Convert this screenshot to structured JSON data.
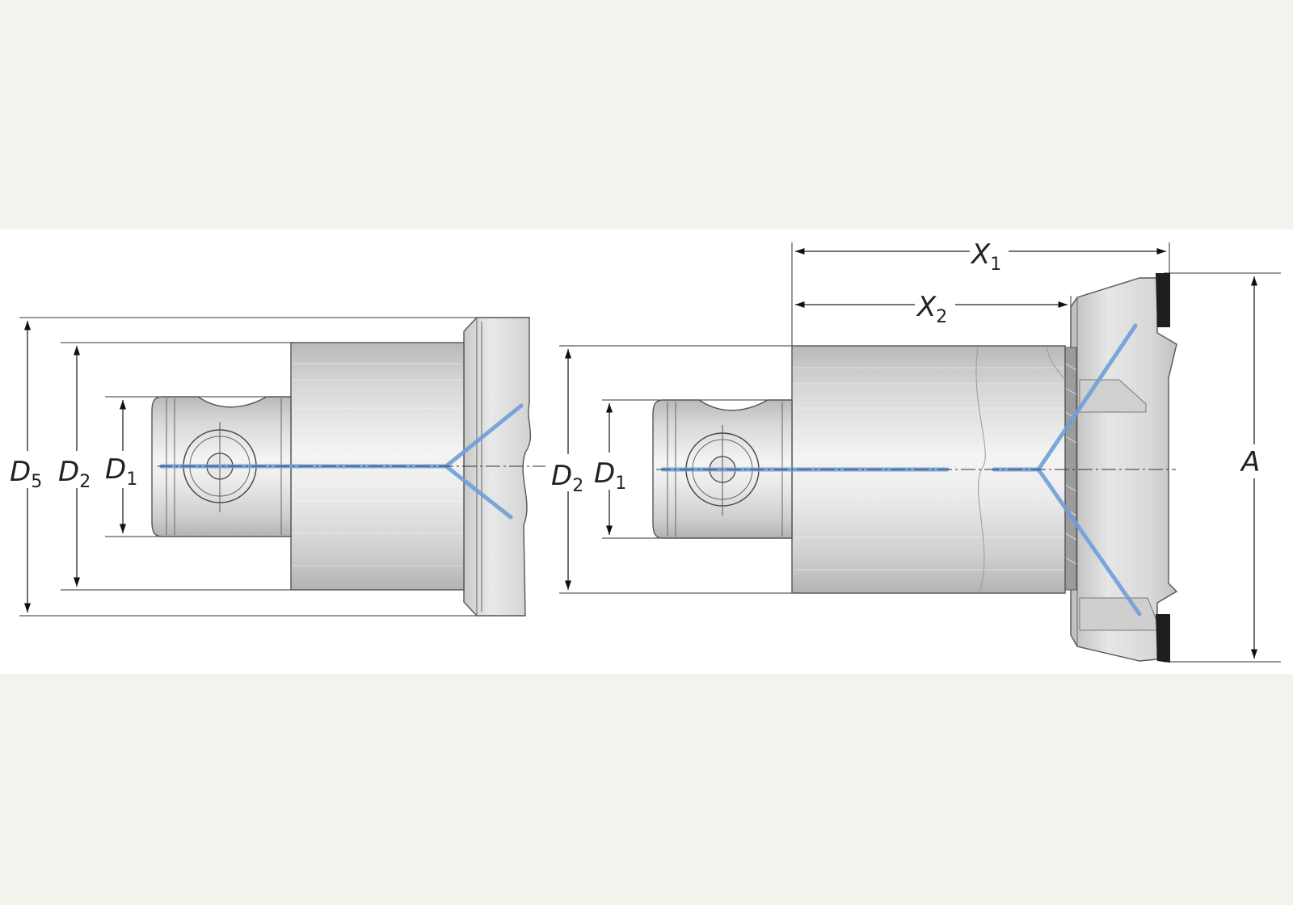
{
  "colors": {
    "page_background": "#f3f2ec",
    "panel_background": "#ffffff",
    "coolant_channel": "#6f9fd8",
    "metal_light": "#e4e4e4",
    "metal_dark": "#b9b9b9",
    "insert": "#1e1e1e"
  },
  "left_view": {
    "labels": [
      {
        "id": "D5",
        "main": "D",
        "sub": "5"
      },
      {
        "id": "D2",
        "main": "D",
        "sub": "2"
      },
      {
        "id": "D1",
        "main": "D",
        "sub": "1"
      }
    ]
  },
  "right_view": {
    "labels": [
      {
        "id": "D2",
        "main": "D",
        "sub": "2"
      },
      {
        "id": "D1",
        "main": "D",
        "sub": "1"
      },
      {
        "id": "X1",
        "main": "X",
        "sub": "1"
      },
      {
        "id": "X2",
        "main": "X",
        "sub": "2"
      },
      {
        "id": "A",
        "main": "A",
        "sub": ""
      }
    ]
  }
}
